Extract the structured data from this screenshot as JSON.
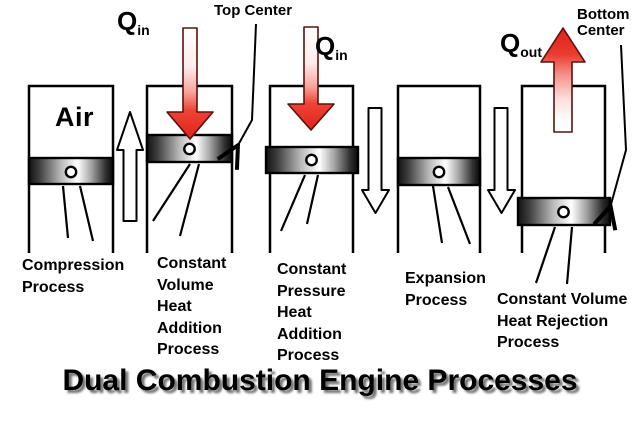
{
  "title": "Dual Combustion Engine Processes",
  "colors": {
    "background": "#ffffff",
    "line": "#000000",
    "heat_red": "#e63228",
    "heat_red_dark": "#5a120d",
    "arrow_fill": "#ffffff",
    "title_shadow": "#5a5a5a"
  },
  "labels": {
    "air": "Air",
    "top_center": "Top Center",
    "bottom_center": {
      "line1": "Bottom",
      "line2": "Center"
    },
    "q_in_2": {
      "base": "Q",
      "sub": "in"
    },
    "q_in_3": {
      "base": "Q",
      "sub": "in"
    },
    "q_out": {
      "base": "Q",
      "sub": "out"
    }
  },
  "processes": [
    {
      "name": "compression",
      "lines": [
        "Compression",
        "Process"
      ]
    },
    {
      "name": "constant-volume-heat-addition",
      "lines": [
        "Constant",
        "Volume",
        "Heat",
        "Addition",
        "Process"
      ]
    },
    {
      "name": "constant-pressure-heat-addition",
      "lines": [
        "Constant",
        "Pressure",
        "Heat",
        "Addition",
        "Process"
      ]
    },
    {
      "name": "expansion",
      "lines": [
        "Expansion",
        "Process"
      ]
    },
    {
      "name": "constant-volume-heat-rejection",
      "lines": [
        "Constant Volume",
        "Heat Rejection",
        "Process"
      ]
    }
  ]
}
